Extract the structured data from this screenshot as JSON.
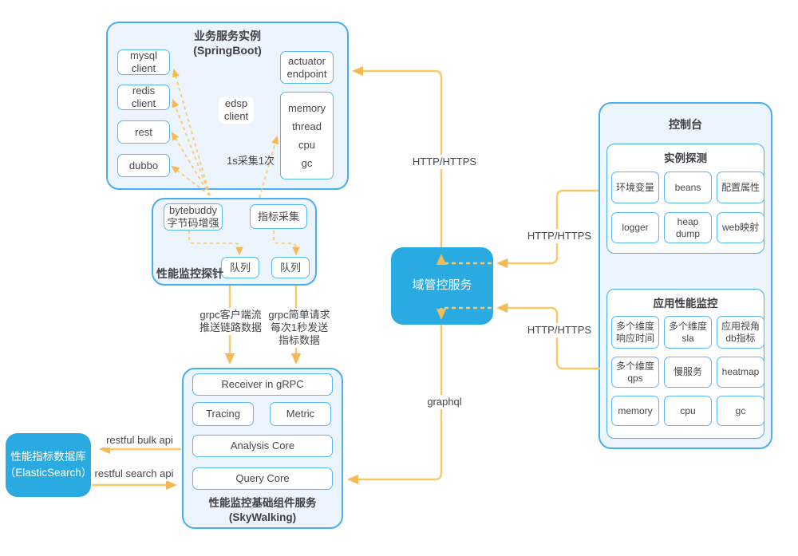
{
  "colors": {
    "accent_blue": "#29abe2",
    "panel_border_blue": "#49aef0",
    "panel_fill": "#ecf4fd",
    "arrow_yellow": "#f9c868",
    "arrowhead_yellow": "#f6ba55",
    "text_dark": "#47474b"
  },
  "springboot": {
    "title": "业务服务实例\n(SpringBoot)",
    "mysql": "mysql\nclient",
    "redis": "redis\nclient",
    "rest": "rest",
    "dubbo": "dubbo",
    "edsp": "edsp\nclient",
    "actuator": "actuator\nendpoint",
    "metrics": [
      "memory",
      "thread",
      "cpu",
      "gc"
    ],
    "sample_note": "1s采集1次"
  },
  "probe": {
    "label": "性能监控探针",
    "bytebuddy": "bytebuddy\n字节码增强",
    "metric_collect": "指标采集",
    "queue_left": "队列",
    "queue_right": "队列"
  },
  "skywalking": {
    "receiver": "Receiver in gRPC",
    "tracing": "Tracing",
    "metric": "Metric",
    "analysis": "Analysis Core",
    "query": "Query Core",
    "title": "性能监控基础组件服务\n(SkyWalking)"
  },
  "elasticsearch": {
    "title": "性能指标数据库\n（ElasticSearch）"
  },
  "domain_service": {
    "title": "域管控服务"
  },
  "console": {
    "title": "控制台",
    "instance_probe": {
      "title": "实例探测",
      "items": [
        "环境变量",
        "beans",
        "配置属性",
        "logger",
        "heap\ndump",
        "web映射"
      ]
    },
    "apm": {
      "title": "应用性能监控",
      "items": [
        "多个维度\n响应时间",
        "多个维度\nsla",
        "应用视角\ndb指标",
        "多个维度\nqps",
        "慢服务",
        "heatmap",
        "memory",
        "cpu",
        "gc"
      ]
    }
  },
  "edge_labels": {
    "http_top": "HTTP/HTTPS",
    "http_mid": "HTTP/HTTPS",
    "http_bottom": "HTTP/HTTPS",
    "graphql": "graphql",
    "grpc_stream": "grpc客户端流\n推送链路数据",
    "grpc_simple": "grpc简单请求\n每次1秒发送\n指标数据",
    "bulk_api": "restful bulk api",
    "search_api": "restful search api"
  }
}
